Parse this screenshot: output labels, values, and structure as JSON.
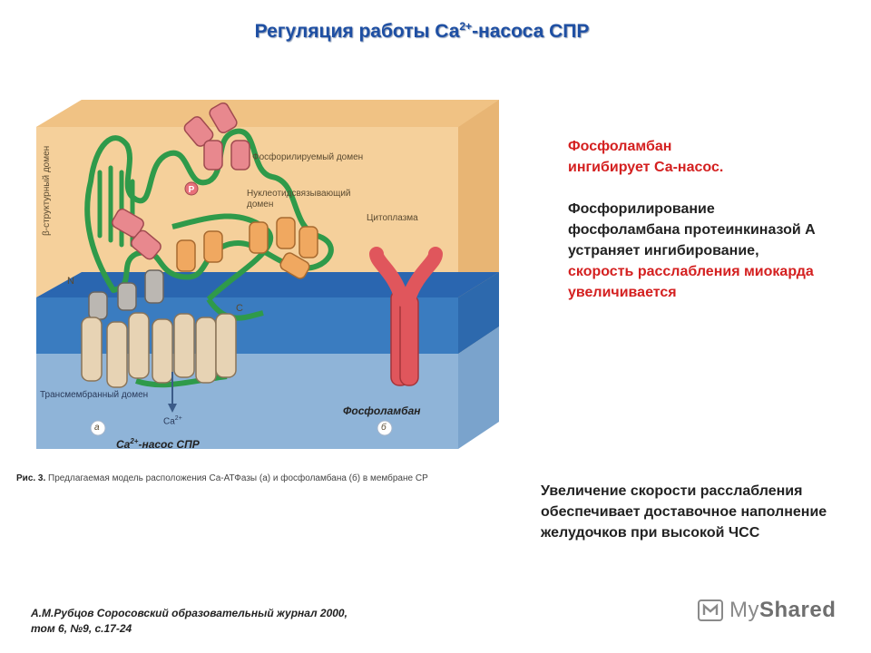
{
  "title": {
    "prefix": "Регуляция работы Са",
    "superscript": "2+",
    "suffix": "-насоса СПР"
  },
  "figure": {
    "labels": {
      "beta_domain": "β-структурный домен",
      "phosphorylated_domain": "Фосфорилируемый домен",
      "phospho_marker": "P",
      "nucleotide_domain": "Нуклеотидсвязывающий домен",
      "cytoplasm": "Цитоплазма",
      "n_terminus": "N",
      "c_terminus": "C",
      "transmembrane_domain": "Трансмембранный домен",
      "ca_out": "Ca",
      "ca_out_sup": "2+",
      "panel_a": "а",
      "panel_b": "б",
      "phospholamban_label": "Фосфоламбан",
      "pump_label_prefix": "Ca",
      "pump_label_sup": "2+",
      "pump_label_suffix": "-насос СПР"
    },
    "caption": {
      "bold": "Рис. 3.",
      "text": " Предлагаемая модель расположения Ca-АТФазы (а) и фосфоламбана (б) в мембране СР"
    }
  },
  "right_text": {
    "line1": "Фосфоламбан",
    "line2": "ингибирует Са-насос.",
    "para2": "Фосфорилирование фосфоламбана протеинкиназой А устраняет ингибирование,",
    "para2_red": "скорость расслабления миокарда увеличивается"
  },
  "bottom_text": "Увеличение скорости расслабления обеспечивает доставочное наполнение желудочков при высокой ЧСС",
  "citation": "А.М.Рубцов Соросовский образовательный журнал 2000, том 6, №9, с.17-24",
  "logo": {
    "text_a": "My",
    "text_b": "Shared",
    "icon": "myshared-icon"
  },
  "colors": {
    "title": "#1e4fa3",
    "cytoplasm": "#f3c98f",
    "membrane": "#3a7cc0",
    "helix_pink": "#e8888e",
    "helix_orange": "#f0a860",
    "helix_beige": "#e7d3b4",
    "chain_green": "#2f9a4a",
    "phospholamban": "#e0565c",
    "highlight_red": "#d42020"
  }
}
